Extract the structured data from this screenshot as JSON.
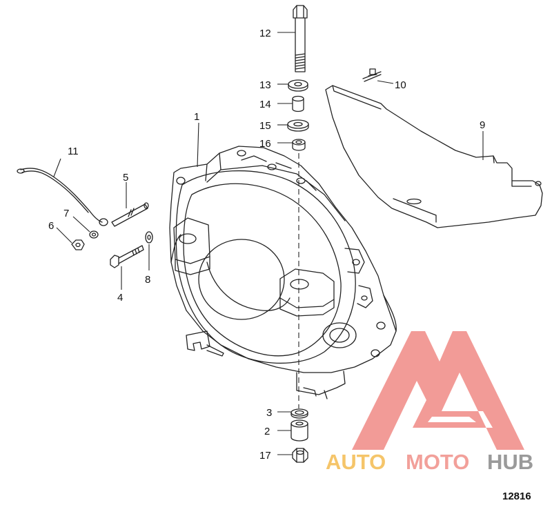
{
  "callouts": {
    "c1": "1",
    "c2": "2",
    "c3": "3",
    "c4": "4",
    "c5": "5",
    "c6": "6",
    "c7": "7",
    "c8": "8",
    "c9": "9",
    "c10": "10",
    "c11": "11",
    "c12": "12",
    "c13": "13",
    "c14": "14",
    "c15": "15",
    "c16": "16",
    "c17": "17"
  },
  "drawing_number": "12816",
  "watermark": {
    "auto": "AUTO",
    "moto": "MOTO",
    "hub": "HUB"
  },
  "colors": {
    "watermark_auto": "#f5c56a",
    "watermark_moto": "#f2a09a",
    "watermark_hub": "#9a9a9a",
    "watermark_logo": "#f08a85"
  }
}
